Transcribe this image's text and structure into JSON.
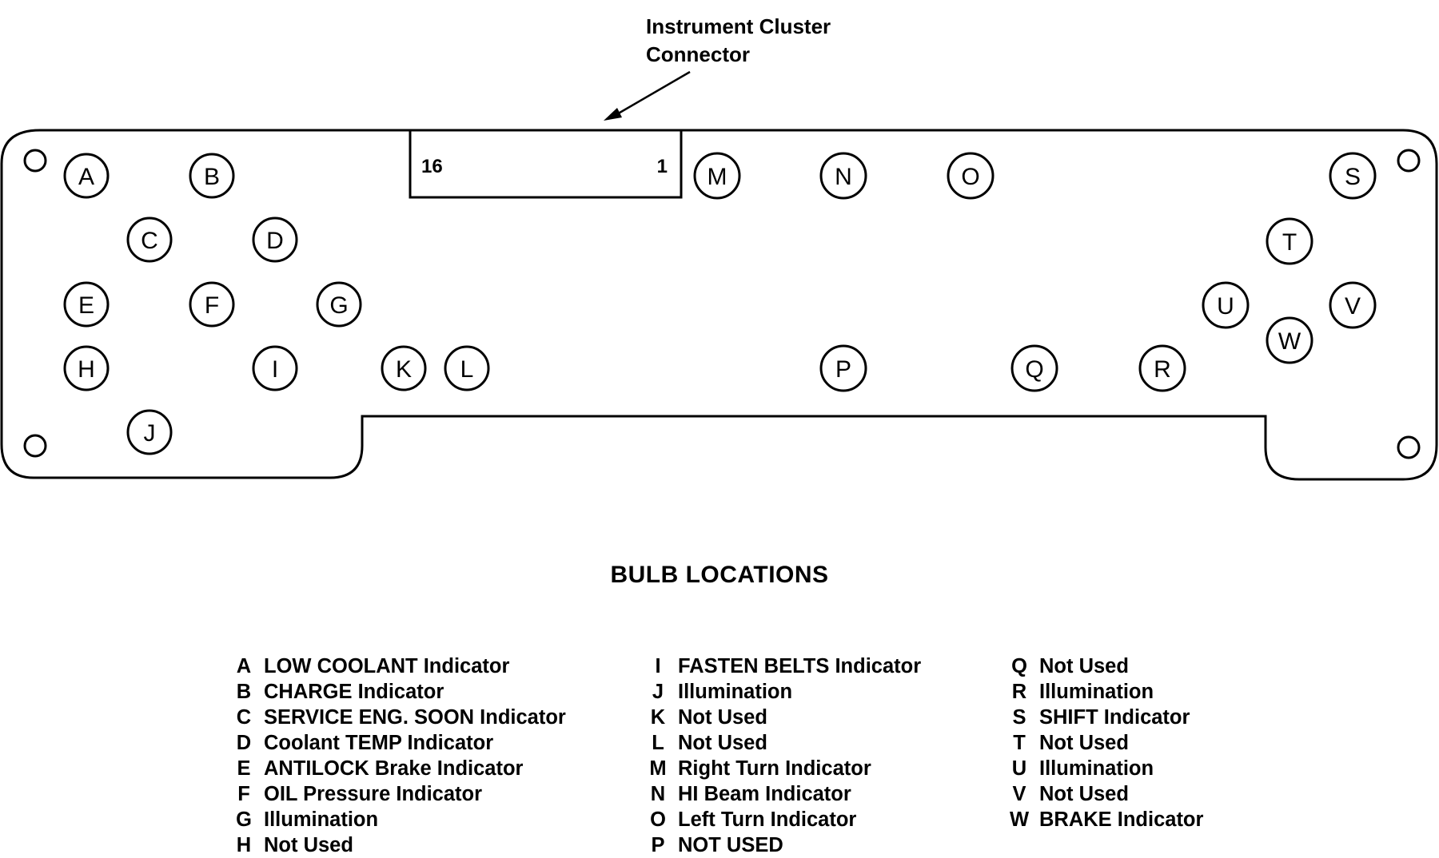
{
  "callout": {
    "line1": "Instrument Cluster",
    "line2": "Connector"
  },
  "connector": {
    "pin_left": "16",
    "pin_right": "1"
  },
  "bulbs": [
    "A",
    "B",
    "C",
    "D",
    "E",
    "F",
    "G",
    "H",
    "I",
    "J",
    "K",
    "L",
    "M",
    "N",
    "O",
    "P",
    "Q",
    "R",
    "S",
    "T",
    "U",
    "V",
    "W"
  ],
  "title": "BULB LOCATIONS",
  "legend": {
    "col1": [
      {
        "letter": "A",
        "text": "LOW COOLANT Indicator"
      },
      {
        "letter": "B",
        "text": "CHARGE Indicator"
      },
      {
        "letter": "C",
        "text": "SERVICE ENG. SOON Indicator"
      },
      {
        "letter": "D",
        "text": "Coolant TEMP Indicator"
      },
      {
        "letter": "E",
        "text": "ANTILOCK Brake Indicator"
      },
      {
        "letter": "F",
        "text": "OIL Pressure Indicator"
      },
      {
        "letter": "G",
        "text": "Illumination"
      },
      {
        "letter": "H",
        "text": "Not Used"
      }
    ],
    "col2": [
      {
        "letter": "I",
        "text": "FASTEN BELTS Indicator"
      },
      {
        "letter": "J",
        "text": "Illumination"
      },
      {
        "letter": "K",
        "text": "Not Used"
      },
      {
        "letter": "L",
        "text": "Not Used"
      },
      {
        "letter": "M",
        "text": "Right Turn Indicator"
      },
      {
        "letter": "N",
        "text": "HI Beam Indicator"
      },
      {
        "letter": "O",
        "text": "Left Turn Indicator"
      },
      {
        "letter": "P",
        "text": "NOT USED"
      }
    ],
    "col3": [
      {
        "letter": "Q",
        "text": "Not Used"
      },
      {
        "letter": "R",
        "text": "Illumination"
      },
      {
        "letter": "S",
        "text": "SHIFT Indicator"
      },
      {
        "letter": "T",
        "text": "Not Used"
      },
      {
        "letter": "U",
        "text": "Illumination"
      },
      {
        "letter": "V",
        "text": "Not Used"
      },
      {
        "letter": "W",
        "text": "BRAKE Indicator"
      }
    ]
  }
}
